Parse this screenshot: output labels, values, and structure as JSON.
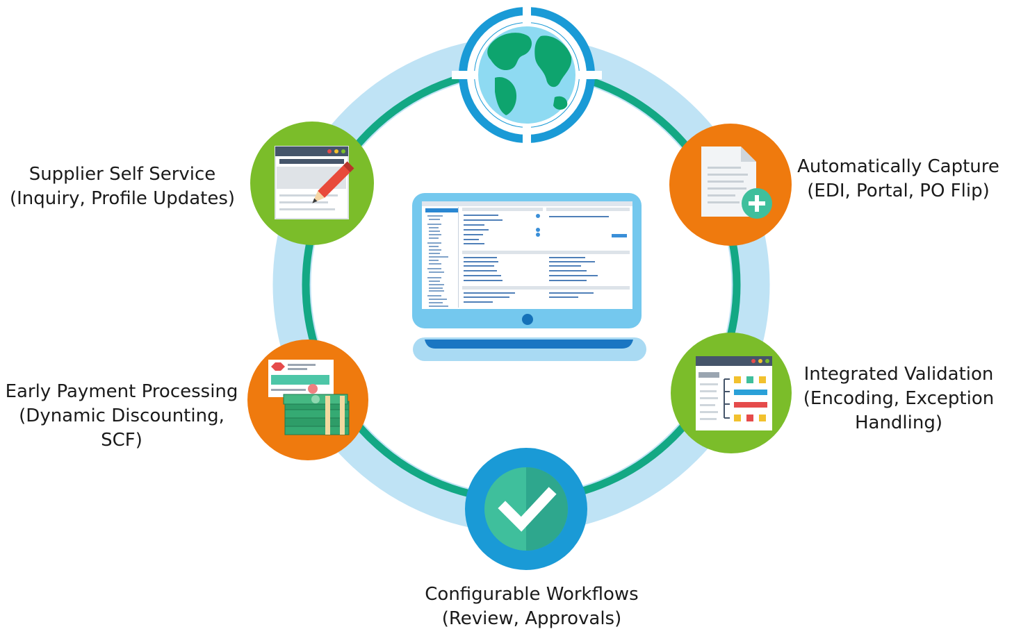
{
  "colors": {
    "outer_ring": "#bfe3f5",
    "inner_ring": "#13a884",
    "blue": "#1a9ad6",
    "green": "#7bbd2a",
    "orange": "#ef7a0e",
    "teal": "#3fbf9c"
  },
  "labels": {
    "supplier": {
      "line1": "Supplier Self Service",
      "line2": "(Inquiry, Profile Updates)"
    },
    "capture": {
      "line1": "Automatically Capture",
      "line2": "(EDI, Portal, PO Flip)"
    },
    "early": {
      "line1": "Early Payment Processing",
      "line2": "(Dynamic Discounting,",
      "line3": "SCF)"
    },
    "validation": {
      "line1": "Integrated Validation",
      "line2": "(Encoding, Exception",
      "line3": "Handling)"
    },
    "workflows": {
      "line1": "Configurable Workflows",
      "line2": "(Review, Approvals)"
    }
  },
  "icons": {
    "top": "globe-icon",
    "supplier": "browser-pencil-icon",
    "capture": "document-add-icon",
    "early": "cash-payment-icon",
    "validation": "validation-board-icon",
    "workflows": "checkmark-icon",
    "center": "laptop-icon"
  }
}
